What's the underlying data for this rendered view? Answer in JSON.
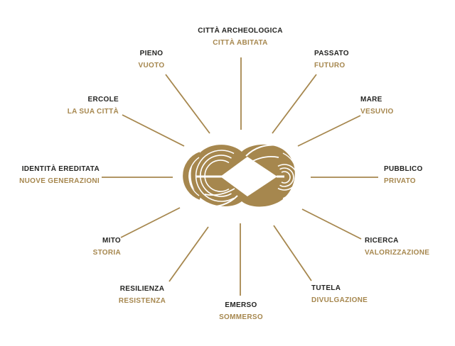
{
  "diagram": {
    "kind": "radial-concept-diagram",
    "colors": {
      "gold": "#A6874E",
      "dark": "#242422",
      "background": "#FFFFFF"
    },
    "logo": {
      "icon": "hercules-knot-logo"
    },
    "labels": {
      "top": {
        "line1": "CITTÀ ARCHEOLOGICA",
        "line2": "CITTÀ ABITATA"
      },
      "top_left": {
        "line1": "PIENO",
        "line2": "VUOTO"
      },
      "top_right": {
        "line1": "PASSATO",
        "line2": "FUTURO"
      },
      "upper_left": {
        "line1": "ERCOLE",
        "line2": "LA SUA CITTÀ"
      },
      "upper_right": {
        "line1": "MARE",
        "line2": "VESUVIO"
      },
      "left": {
        "line1": "IDENTITÀ EREDITATA",
        "line2": "NUOVE GENERAZIONI"
      },
      "right": {
        "line1": "PUBBLICO",
        "line2": "PRIVATO"
      },
      "lower_left": {
        "line1": "MITO",
        "line2": "STORIA"
      },
      "lower_right": {
        "line1": "RICERCA",
        "line2": "VALORIZZAZIONE"
      },
      "bottom_left": {
        "line1": "RESILIENZA",
        "line2": "RESISTENZA"
      },
      "bottom": {
        "line1": "EMERSO",
        "line2": "SOMMERSO"
      },
      "bottom_right": {
        "line1": "TUTELA",
        "line2": "DIVULGAZIONE"
      }
    }
  }
}
